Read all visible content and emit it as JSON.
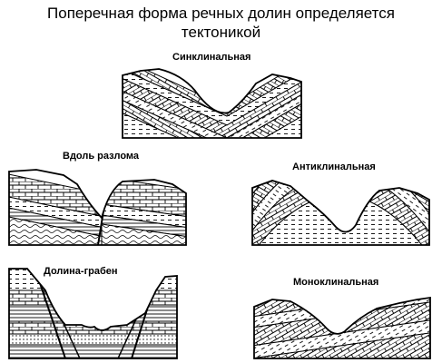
{
  "title_line1": "Поперечная форма речных долин определяется",
  "title_line2": "тектоникой",
  "diagrams": {
    "synclinal": "Синклинальная",
    "fault": "Вдоль разлома",
    "anticlinal": "Антиклинальная",
    "graben": "Долина-грабен",
    "monoclinal": "Моноклинальная"
  }
}
